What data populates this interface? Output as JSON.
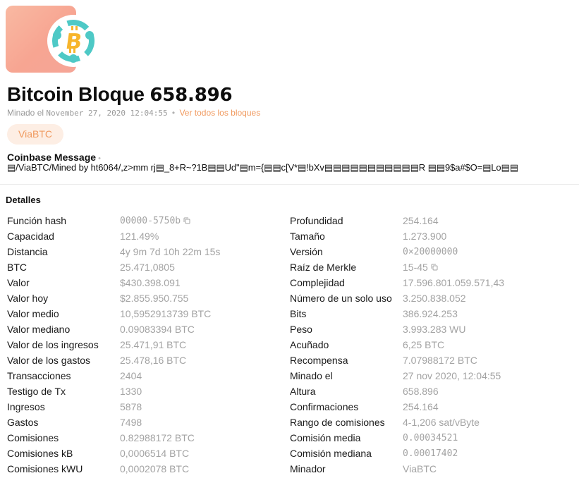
{
  "header": {
    "title_prefix": "Bitcoin Bloque",
    "title_number": "658.896",
    "mined_prefix": "Minado el",
    "mined_datetime": "November 27, 2020 12:04:55",
    "separator": "•",
    "all_blocks_link": "Ver todos los bloques",
    "miner_badge": "ViaBTC",
    "logo_icon": "bitcoin-network-icon",
    "colors": {
      "accent": "#f0995e",
      "badge_bg": "#fdeee4",
      "hero_gradient_start": "#f9b9a2",
      "hero_gradient_end": "#f5a597",
      "logo_ring": "#4ec9c6",
      "logo_coin": "#f7b52c"
    }
  },
  "coinbase": {
    "label": "Coinbase Message",
    "dot": "•",
    "message": "▤/ViaBTC/Mined by ht6064/,z>mm rj▤_8+R~?1B▤▤Ud\"▤m={▤▤c[V*▤!bXv▤▤▤▤▤▤▤▤▤▤▤R ▤▤9$a#$O=▤Lo▤▤"
  },
  "details": {
    "title": "Detalles",
    "left": [
      {
        "label": "Función hash",
        "value": "00000-5750b",
        "mono": true,
        "copy": true
      },
      {
        "label": "Capacidad",
        "value": "121.49%"
      },
      {
        "label": "Distancia",
        "value": "4y 9m 7d 10h 22m 15s"
      },
      {
        "label": "BTC",
        "value": "25.471,0805"
      },
      {
        "label": "Valor",
        "value": "$430.398.091"
      },
      {
        "label": "Valor hoy",
        "value": "$2.855.950.755"
      },
      {
        "label": "Valor medio",
        "value": "10,5952913739 BTC"
      },
      {
        "label": "Valor mediano",
        "value": "0.09083394 BTC"
      },
      {
        "label": "Valor de los ingresos",
        "value": "25.471,91 BTC"
      },
      {
        "label": "Valor de los gastos",
        "value": "25.478,16 BTC"
      },
      {
        "label": "Transacciones",
        "value": "2404"
      },
      {
        "label": "Testigo de Tx",
        "value": "1330"
      },
      {
        "label": "Ingresos",
        "value": "5878"
      },
      {
        "label": "Gastos",
        "value": "7498"
      },
      {
        "label": "Comisiones",
        "value": "0.82988172 BTC"
      },
      {
        "label": "Comisiones kB",
        "value": "0,0006514 BTC"
      },
      {
        "label": "Comisiones kWU",
        "value": "0,0002078 BTC"
      }
    ],
    "right": [
      {
        "label": "Profundidad",
        "value": "254.164"
      },
      {
        "label": "Tamaño",
        "value": "1.273.900"
      },
      {
        "label": "Versión",
        "value": "0×20000000",
        "mono": true
      },
      {
        "label": "Raíz de Merkle",
        "value": "15-45",
        "copy": true
      },
      {
        "label": "Complejidad",
        "value": "17.596.801.059.571,43"
      },
      {
        "label": "Número de un solo uso",
        "value": "3.250.838.052"
      },
      {
        "label": "Bits",
        "value": "386.924.253"
      },
      {
        "label": "Peso",
        "value": "3.993.283 WU"
      },
      {
        "label": "Acuñado",
        "value": "6,25 BTC"
      },
      {
        "label": "Recompensa",
        "value": "7.07988172 BTC"
      },
      {
        "label": "Minado el",
        "value": "27 nov 2020, 12:04:55"
      },
      {
        "label": "Altura",
        "value": "658.896"
      },
      {
        "label": "Confirmaciones",
        "value": "254.164"
      },
      {
        "label": "Rango de comisiones",
        "value": "4-1,206 sat/vByte"
      },
      {
        "label": "Comisión media",
        "value": "0.00034521",
        "mono": true
      },
      {
        "label": "Comisión mediana",
        "value": "0.00017402",
        "mono": true
      },
      {
        "label": "Minador",
        "value": "ViaBTC"
      }
    ]
  }
}
